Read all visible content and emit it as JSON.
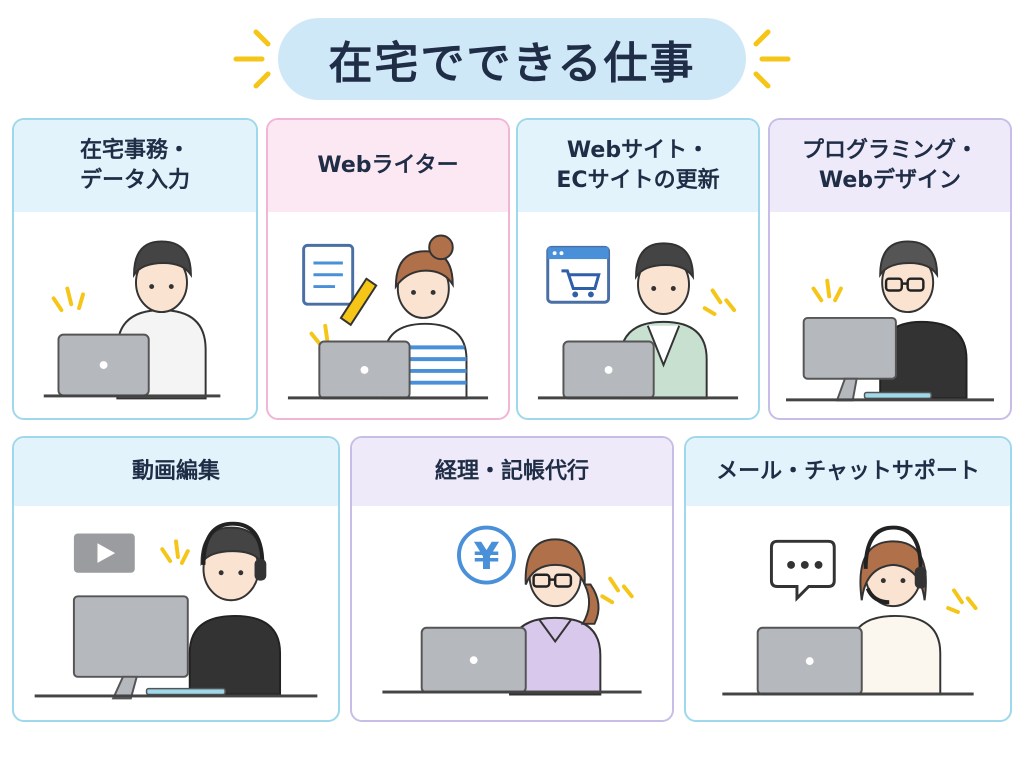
{
  "title": "在宅でできる仕事",
  "cards": [
    {
      "label": "在宅事務・\nデータ入力"
    },
    {
      "label": "Webライター"
    },
    {
      "label": "Webサイト・\nECサイトの更新"
    },
    {
      "label": "プログラミング・\nWebデザイン"
    },
    {
      "label": "動画編集"
    },
    {
      "label": "経理・記帳代行"
    },
    {
      "label": "メール・チャットサポート"
    }
  ],
  "icons": {
    "yen": "¥"
  },
  "colors": {
    "title_bg": "#cfe8f8",
    "accent_yellow": "#f5c518",
    "laptop_gray": "#b5b8bd",
    "icon_blue": "#4a90d9",
    "text_dark": "#1f2d46"
  }
}
